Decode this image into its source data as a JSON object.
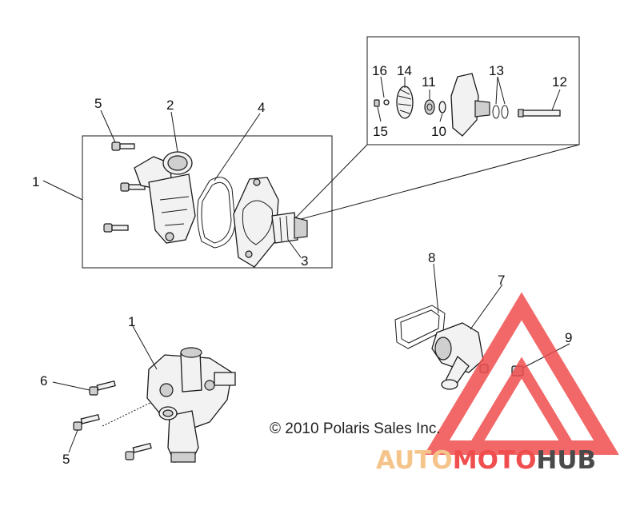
{
  "callouts": {
    "c1_top": "1",
    "c2": "2",
    "c3": "3",
    "c4": "4",
    "c5_top": "5",
    "c10": "10",
    "c11": "11",
    "c12": "12",
    "c13": "13",
    "c14": "14",
    "c15": "15",
    "c16": "16",
    "c1_bottom": "1",
    "c5_bottom": "5",
    "c6": "6",
    "c7": "7",
    "c8": "8",
    "c9": "9"
  },
  "copyright": "© 2010 Polaris Sales Inc.",
  "watermark": {
    "part1": "AUTO",
    "part2": "MOTO",
    "part3": "HUB",
    "color_auto": "#f5c48a",
    "color_moto": "#f04e4e",
    "color_hub": "#4a4a4a",
    "triangle_color": "#f04e4e"
  }
}
